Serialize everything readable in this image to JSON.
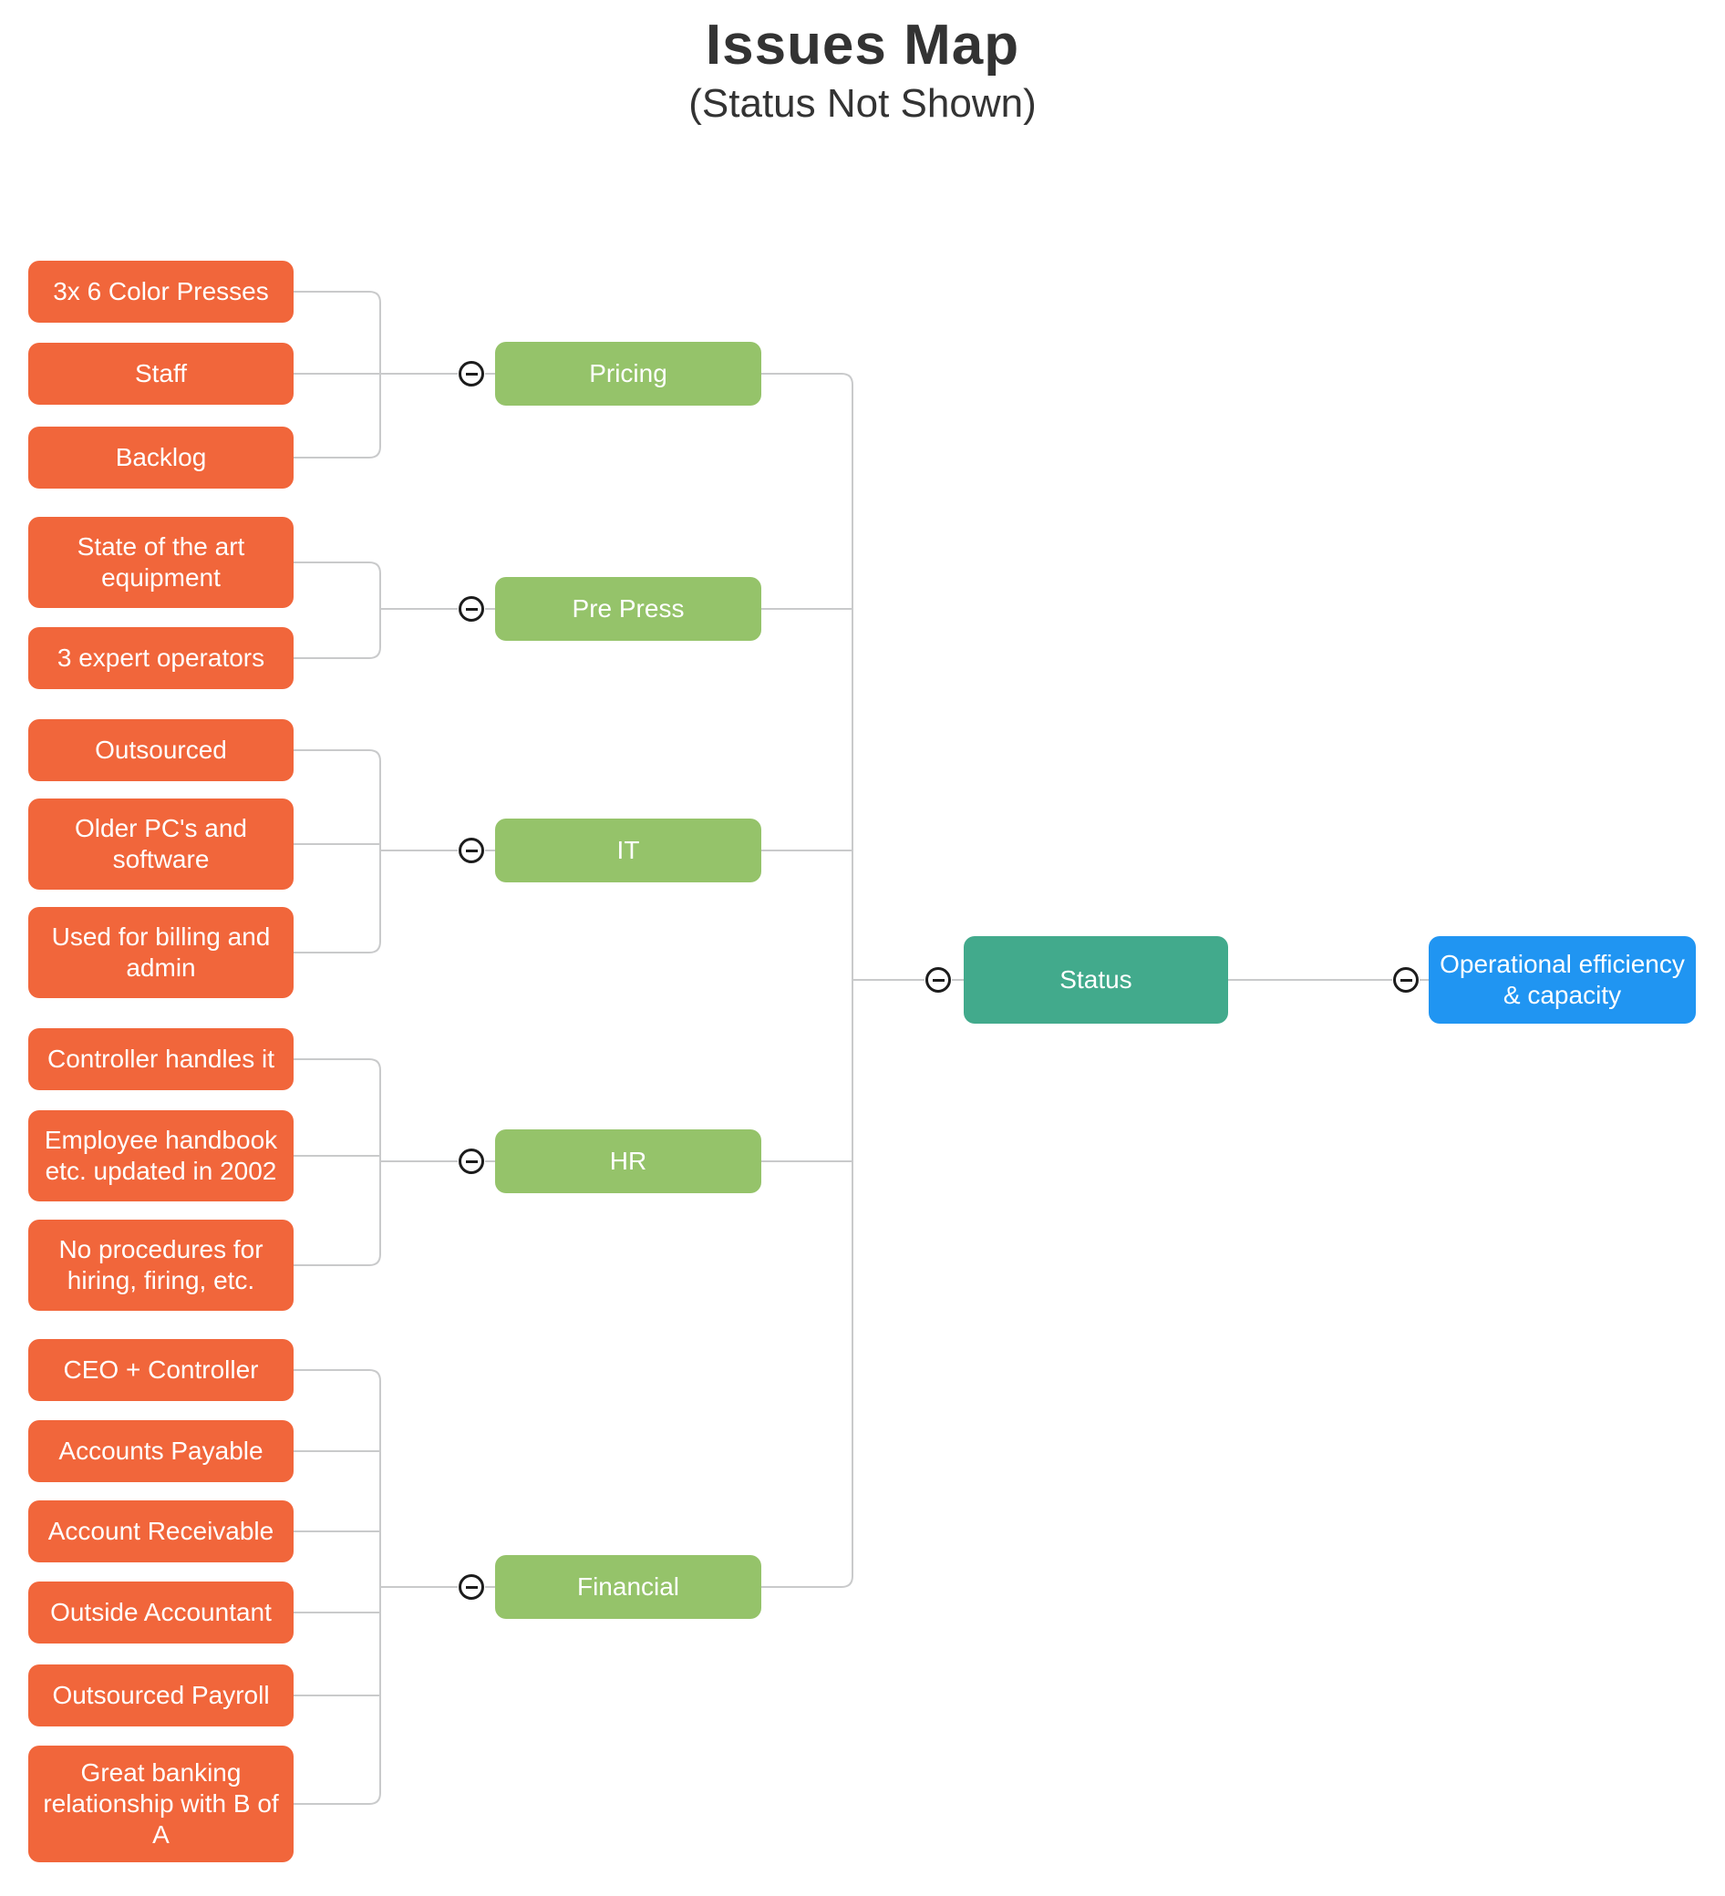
{
  "title": "Issues Map",
  "subtitle": "(Status Not Shown)",
  "colors": {
    "issue": "#F1663B",
    "topic": "#95C36A",
    "status": "#42AA8C",
    "goal": "#2095F2",
    "connector": "#C9CACB",
    "toggle": "#1C1C1C",
    "title_text": "#333333"
  },
  "collapse_icon": "minus",
  "root": {
    "label": "Operational efficiency & capacity"
  },
  "status_node": {
    "label": "Status"
  },
  "topics": [
    {
      "label": "Pricing",
      "issues": [
        "3x 6 Color Presses",
        "Staff",
        "Backlog"
      ]
    },
    {
      "label": "Pre Press",
      "issues": [
        "State of the art equipment",
        "3 expert operators"
      ]
    },
    {
      "label": "IT",
      "issues": [
        "Outsourced",
        "Older PC's and software",
        "Used for billing and admin"
      ]
    },
    {
      "label": "HR",
      "issues": [
        "Controller handles it",
        "Employee handbook etc. updated in 2002",
        "No procedures for hiring, firing, etc."
      ]
    },
    {
      "label": "Financial",
      "issues": [
        "CEO + Controller",
        "Accounts Payable",
        "Account Receivable",
        "Outside Accountant",
        "Outsourced Payroll",
        "Great banking relationship with B of A"
      ]
    }
  ]
}
